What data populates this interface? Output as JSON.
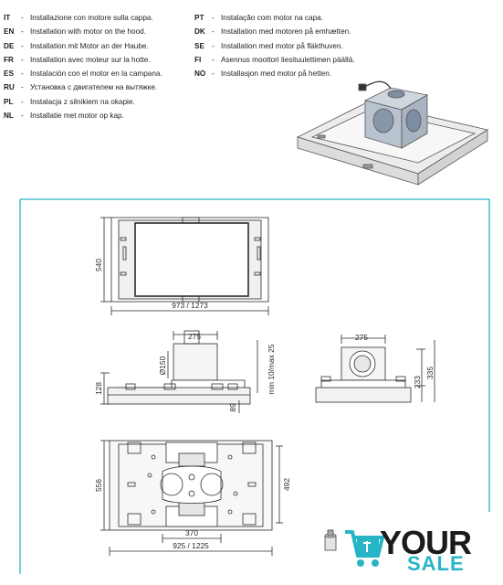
{
  "languages_left": [
    {
      "code": "IT",
      "text": "Installazione con motore sulla cappa."
    },
    {
      "code": "EN",
      "text": "Installation with motor on the hood."
    },
    {
      "code": "DE",
      "text": "Installation mit Motor an der Haube."
    },
    {
      "code": "FR",
      "text": "Installation avec moteur sur la hotte."
    },
    {
      "code": "ES",
      "text": "Instalación con el motor en la campana."
    },
    {
      "code": "RU",
      "text": "Установка с двигателем на вытяжке."
    },
    {
      "code": "PL",
      "text": "Instalacja z silnikiem na okapie."
    },
    {
      "code": "NL",
      "text": "Installatie met motor op kap."
    }
  ],
  "languages_right": [
    {
      "code": "PT",
      "text": "Instalação com motor na capa."
    },
    {
      "code": "DK",
      "text": "Installation med motoren på emhætten."
    },
    {
      "code": "SE",
      "text": "Installation med motor på fläkthuven."
    },
    {
      "code": "FI",
      "text": "Asennus moottori liesituulettimen päällä."
    },
    {
      "code": "NO",
      "text": "Installasjon med motor på hetten."
    }
  ],
  "separator": "-",
  "dimensions": {
    "top_height": "540",
    "top_width": "973 / 1273",
    "side_motor_width": "275",
    "side_duct": "Ø150",
    "side_duct_min": "min 10/max 25",
    "side_height": "128",
    "side_body": "89",
    "front_motor_width": "275",
    "front_height_233": "233",
    "front_height_335": "335",
    "bottom_height": "556",
    "bottom_inner_height": "492",
    "bottom_inner_width": "370",
    "bottom_width": "925 / 1225"
  },
  "brand": {
    "word1": "YOUR",
    "word2": "SALE",
    "accent": "#27b5c6",
    "icon": "shopping-cart-icon"
  },
  "colors": {
    "frame": "#27b5c6",
    "line": "#2b2b2b"
  }
}
